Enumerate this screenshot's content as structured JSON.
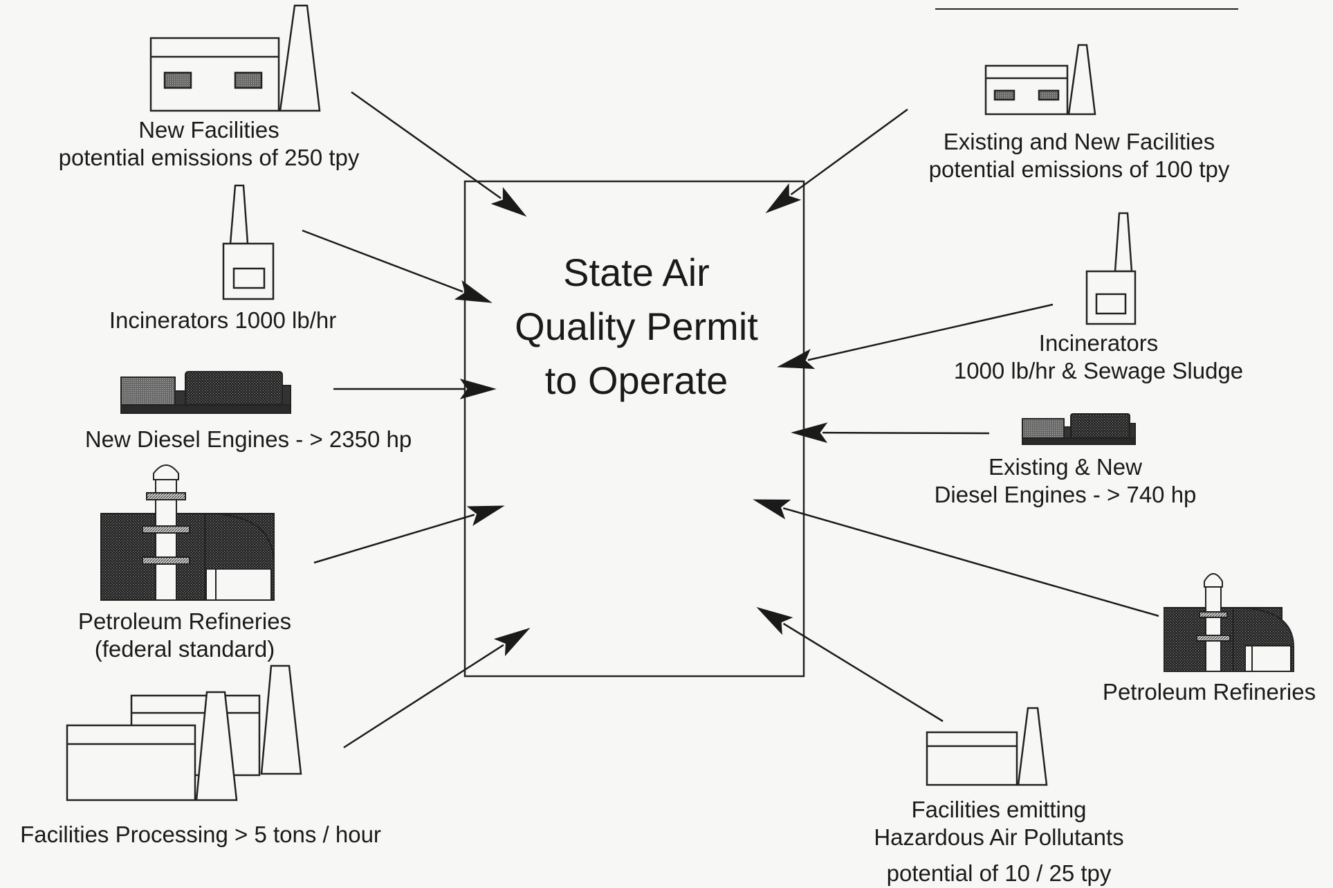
{
  "permit": {
    "line1": "State Air",
    "line2": "Quality Permit",
    "line3": "to Operate"
  },
  "sources_left": [
    {
      "line1": "New Facilities",
      "line2": "potential emissions of 250 tpy",
      "icon": "factory-icon"
    },
    {
      "line1": "Incinerators  1000 lb/hr",
      "icon": "incinerator-icon"
    },
    {
      "line1": "New Diesel Engines - > 2350 hp",
      "icon": "diesel-engine-icon"
    },
    {
      "line1": "Petroleum Refineries",
      "line2": "(federal standard)",
      "icon": "refinery-icon"
    },
    {
      "line1": "Facilities Processing > 5 tons / hour",
      "icon": "factory-group-icon"
    }
  ],
  "sources_right": [
    {
      "line1": "Existing and New Facilities",
      "line2": "potential emissions of 100 tpy",
      "icon": "factory-icon"
    },
    {
      "line1": "Incinerators",
      "line2": "1000 lb/hr & Sewage Sludge",
      "icon": "incinerator-icon"
    },
    {
      "line1": "Existing & New",
      "line2": "Diesel Engines - > 740 hp",
      "icon": "diesel-engine-icon"
    },
    {
      "line1": "Petroleum Refineries",
      "icon": "refinery-icon"
    },
    {
      "line1": "Facilities emitting",
      "line2": "Hazardous Air Pollutants",
      "line3": "potential of 10 / 25 tpy",
      "icon": "factory-icon"
    }
  ],
  "colors": {
    "ink": "#1a1a1a",
    "paper": "#f7f7f5",
    "shade": "#555555"
  }
}
